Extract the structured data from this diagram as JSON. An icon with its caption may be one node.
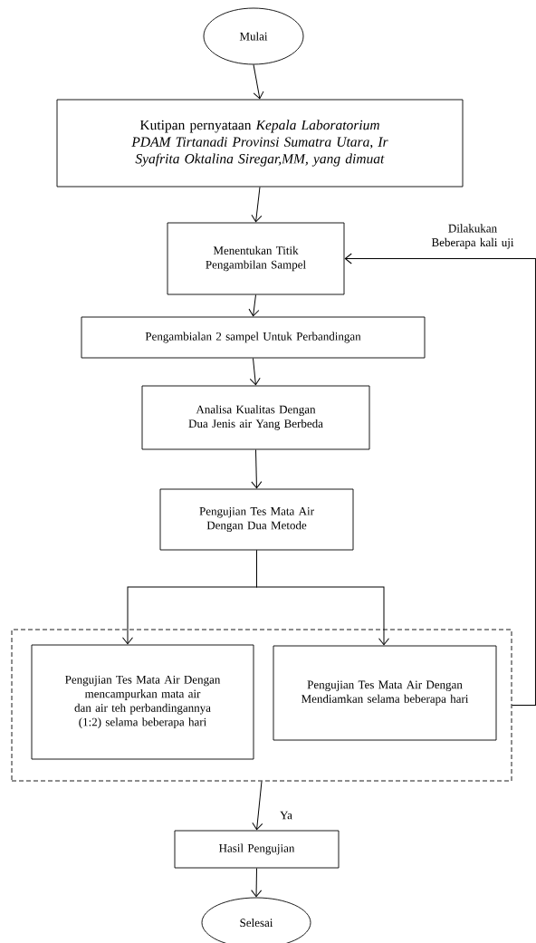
{
  "diagram": {
    "nodes": [
      {
        "text": [
          "Mulai"
        ]
      },
      {
        "text": [
          "Kutipan  pernyataan *Kepala Laboratorium PDAM Tirtanadi Provinsi Sumatra Utara, Ir Syafrita Oktalina Siregar,MM, yang dimuat*"
        ]
      },
      {
        "text": [
          "Menentukan Titik Pengambilan Sampel"
        ]
      },
      {
        "text": [
          "Pengambialan 2 sampel  Untuk Perbandingan"
        ]
      },
      {
        "text": [
          "Analisa Kualitas Dengan Dua Jenis air Yang Berbeda"
        ]
      },
      {
        "text": [
          "Pengujian Tes Mata Air Dengan Dua Metode"
        ]
      },
      {
        "text": [],
        "shape": "box"
      },
      {
        "text": [
          "Pengujian Tes Mata Air Dengan mencampurkan mata air dan air teh perbandingannya (1:2) selama beberapa hari"
        ],
        "in": 6
      },
      {
        "text": [
          "Pengujian Tes Mata Air Dengan Mendiamkan selama beberapa hari"
        ],
        "in": 6
      },
      {
        "text": [
          "Hasil Pengujian"
        ]
      },
      {
        "text": [
          "Selesai"
        ]
      }
    ],
    "edges": [
      {
        "from": 0,
        "to": 1,
        "arrow": "to"
      },
      {
        "from": 1,
        "to": 2,
        "arrow": "to"
      },
      {
        "from": 2,
        "to": 3,
        "arrow": "to"
      },
      {
        "from": 3,
        "to": 4,
        "arrow": "to"
      },
      {
        "from": 4,
        "to": 5,
        "arrow": "to"
      },
      {
        "from": 5,
        "to": 7,
        "arrow": "to"
      },
      {
        "from": 5,
        "to": 8,
        "arrow": "to"
      },
      {
        "from": 6,
        "to": 9,
        "arrow": "to",
        "label": "Ya"
      },
      {
        "from": 6,
        "to": 2,
        "arrow": "to",
        "label": "Dilakukan Beberapa kali uji"
      },
      {
        "from": 9,
        "to": 10,
        "arrow": "to"
      }
    ]
  }
}
